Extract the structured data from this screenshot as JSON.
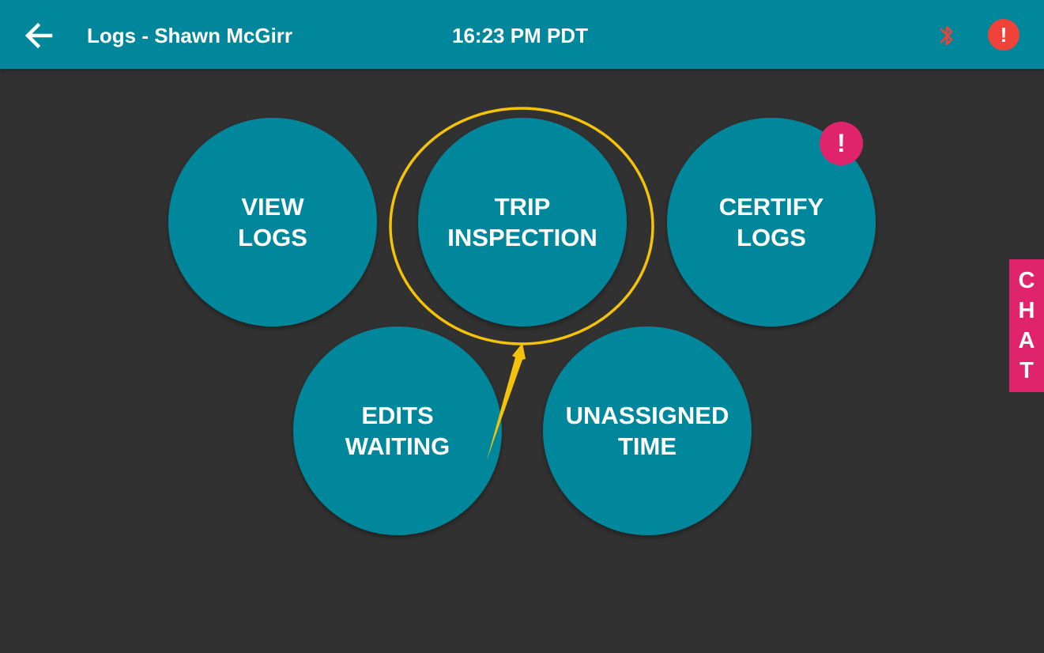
{
  "header": {
    "back_icon": "arrow-left-icon",
    "title": "Logs - Shawn McGirr",
    "time": "16:23 PM PDT",
    "bluetooth_icon": "bluetooth-disabled-icon",
    "alert_icon": "exclamation-icon",
    "alert_symbol": "!"
  },
  "menu": {
    "view_logs": {
      "line1": "VIEW",
      "line2": "LOGS"
    },
    "trip_inspection": {
      "line1": "TRIP",
      "line2": "INSPECTION"
    },
    "certify_logs": {
      "line1": "CERTIFY",
      "line2": "LOGS",
      "badge": "!"
    },
    "edits_waiting": {
      "line1": "EDITS",
      "line2": "WAITING"
    },
    "unassigned_time": {
      "line1": "UNASSIGNED",
      "line2": "TIME"
    }
  },
  "chat": {
    "letters": [
      "C",
      "H",
      "A",
      "T"
    ]
  },
  "colors": {
    "background": "#313131",
    "primary": "#00879b",
    "alert": "#ef4238",
    "badge": "#e0246b",
    "annotation": "#f5c20a"
  }
}
